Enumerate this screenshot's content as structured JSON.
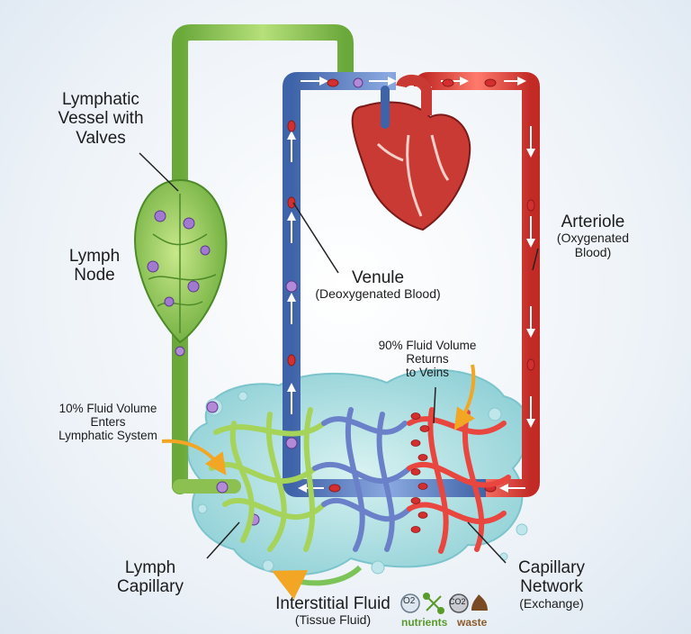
{
  "labels": {
    "lymphatic_vessel": [
      "Lymphatic",
      "Vessel with",
      "Valves"
    ],
    "lymph_node": [
      "Lymph",
      "Node"
    ],
    "venule_title": "Venule",
    "venule_sub": "(Deoxygenated Blood)",
    "arteriole_title": "Arteriole",
    "arteriole_sub": [
      "(Oxygenated",
      "Blood)"
    ],
    "returns_to_veins": [
      "90% Fluid Volume",
      "Returns",
      "to Veins"
    ],
    "enters_lymphatic": [
      "10% Fluid Volume",
      "Enters",
      "Lymphatic System"
    ],
    "lymph_capillary": [
      "Lymph",
      "Capillary"
    ],
    "capillary_network": [
      "Capillary",
      "Network"
    ],
    "capillary_network_sub": "(Exchange)",
    "interstitial_title": "Interstitial Fluid",
    "interstitial_sub": "(Tissue Fluid)"
  },
  "legend": {
    "o2_symbol": "O2",
    "co2_symbol": "CO2",
    "nutrients": "nutrients",
    "waste": "waste"
  },
  "icons": [
    "heart-icon",
    "o2-icon",
    "nutrients-icon",
    "co2-icon",
    "waste-icon"
  ],
  "colors": {
    "lymph": "#8cc152",
    "lymph_dark": "#5a9a34",
    "vein": "#5b7fc4",
    "artery": "#e8463f",
    "tissue": "#a8dde0",
    "key_green": "#5a9a2a",
    "key_brown": "#8a5a2a",
    "pointer": "#f2a623"
  }
}
